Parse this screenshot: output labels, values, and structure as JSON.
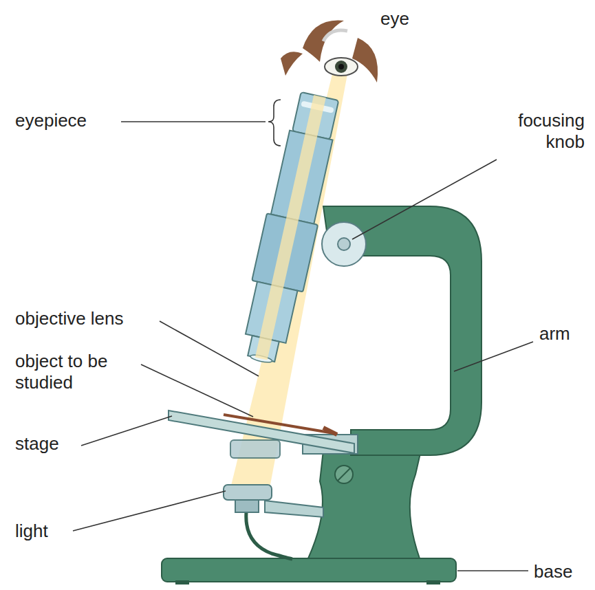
{
  "diagram": {
    "labels": [
      "eye",
      "eyepiece",
      "focusing knob",
      "objective lens",
      "object to be studied",
      "stage",
      "arm",
      "light",
      "base"
    ]
  }
}
